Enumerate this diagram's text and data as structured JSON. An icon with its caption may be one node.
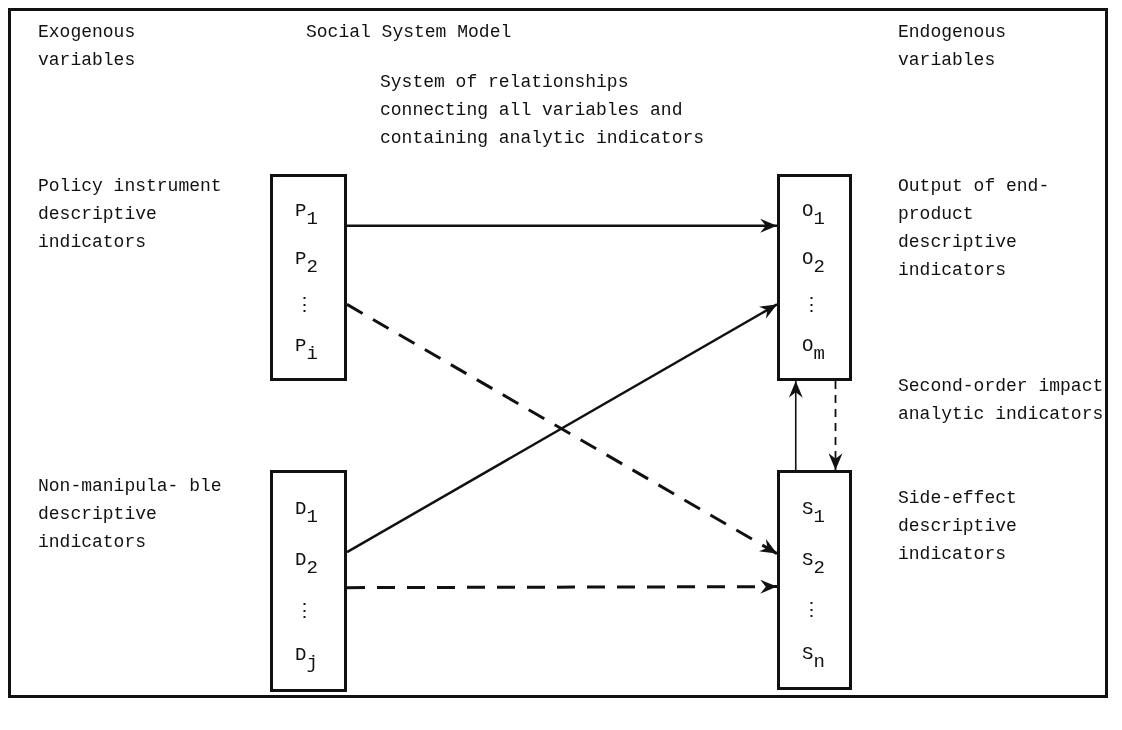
{
  "diagram": {
    "nodes": [
      {
        "text": [
          "P$_{1}$",
          "P$_{2}$",
          "⋮",
          "P$_{i}$"
        ],
        "beside": [
          "Policy instrument descriptive indicators"
        ]
      },
      {
        "text": [
          "D$_{1}$",
          "D$_{2}$",
          "⋮",
          "D$_{j}$"
        ],
        "beside": [
          "Non-manipula- ble descriptive indicators"
        ]
      },
      {
        "text": [
          "O$_{1}$",
          "O$_{2}$",
          "⋮",
          "O$_{m}$"
        ],
        "beside": [
          "Output of end-product descriptive indicators"
        ]
      },
      {
        "text": [
          "S$_{1}$",
          "S$_{2}$",
          "⋮",
          "S$_{n}$"
        ],
        "beside": [
          "Side-effect descriptive indicators"
        ]
      }
    ],
    "edges": [
      {
        "from": 0,
        "to": 2,
        "arrow": "to"
      },
      {
        "from": 0,
        "to": 3,
        "arrow": "to",
        "style": "dashed"
      },
      {
        "from": 1,
        "to": 2,
        "arrow": "to"
      },
      {
        "from": 1,
        "to": 3,
        "arrow": "to",
        "style": "dashed"
      },
      {
        "from": 3,
        "to": 2,
        "arrow": "to"
      },
      {
        "from": 2,
        "to": 3,
        "arrow": "to",
        "style": "dashed"
      }
    ],
    "labels": [
      "Exogenous variables",
      "Social System Model",
      "Endogenous variables",
      "System of relationships connecting all variables and containing analytic indicators",
      "Second-order impact analytic indicators"
    ]
  }
}
